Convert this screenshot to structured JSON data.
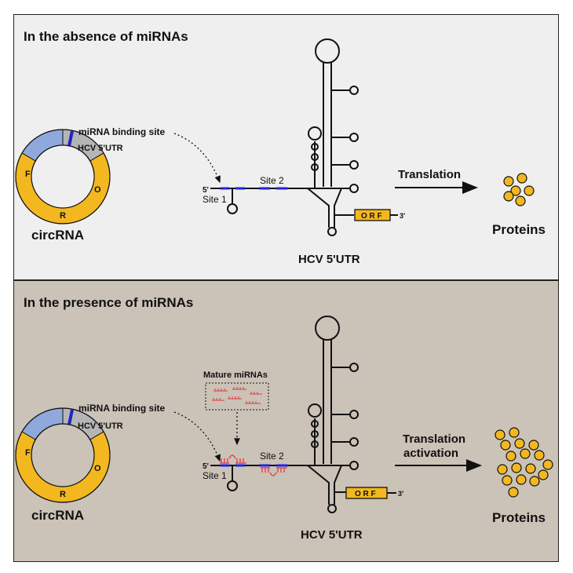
{
  "colors": {
    "top_bg": "#efefef",
    "bottom_bg": "#cbc2b8",
    "ring_blue": "#8fa9dc",
    "ring_gray": "#b5b5b5",
    "ring_yellow": "#f3b81f",
    "ring_marker": "#1d23c9",
    "site_blue": "#2222dd",
    "mirna_red": "#e23a3a",
    "orf_fill": "#f3b81f",
    "protein_fill": "#f3b81f"
  },
  "top": {
    "title": "In the absence of miRNAs",
    "binding_site": "miRNA binding site",
    "hcv_ring": "HCV 5'UTR",
    "ring_letters": {
      "f": "F",
      "r": "R",
      "o": "O"
    },
    "circ": "circRNA",
    "five_prime": "5'",
    "site1": "Site 1",
    "site2": "Site 2",
    "orf": "O R F",
    "three_prime": "3'",
    "hcv_main": "HCV 5'UTR",
    "translation": "Translation",
    "proteins": "Proteins"
  },
  "bottom": {
    "title": "In the presence of miRNAs",
    "binding_site": "miRNA binding site",
    "hcv_ring": "HCV 5'UTR",
    "ring_letters": {
      "f": "F",
      "r": "R",
      "o": "O"
    },
    "circ": "circRNA",
    "mature": "Mature miRNAs",
    "five_prime": "5'",
    "site1": "Site 1",
    "site2": "Site 2",
    "orf": "O R F",
    "three_prime": "3'",
    "hcv_main": "HCV 5'UTR",
    "translation_1": "Translation",
    "translation_2": "activation",
    "proteins": "Proteins"
  }
}
